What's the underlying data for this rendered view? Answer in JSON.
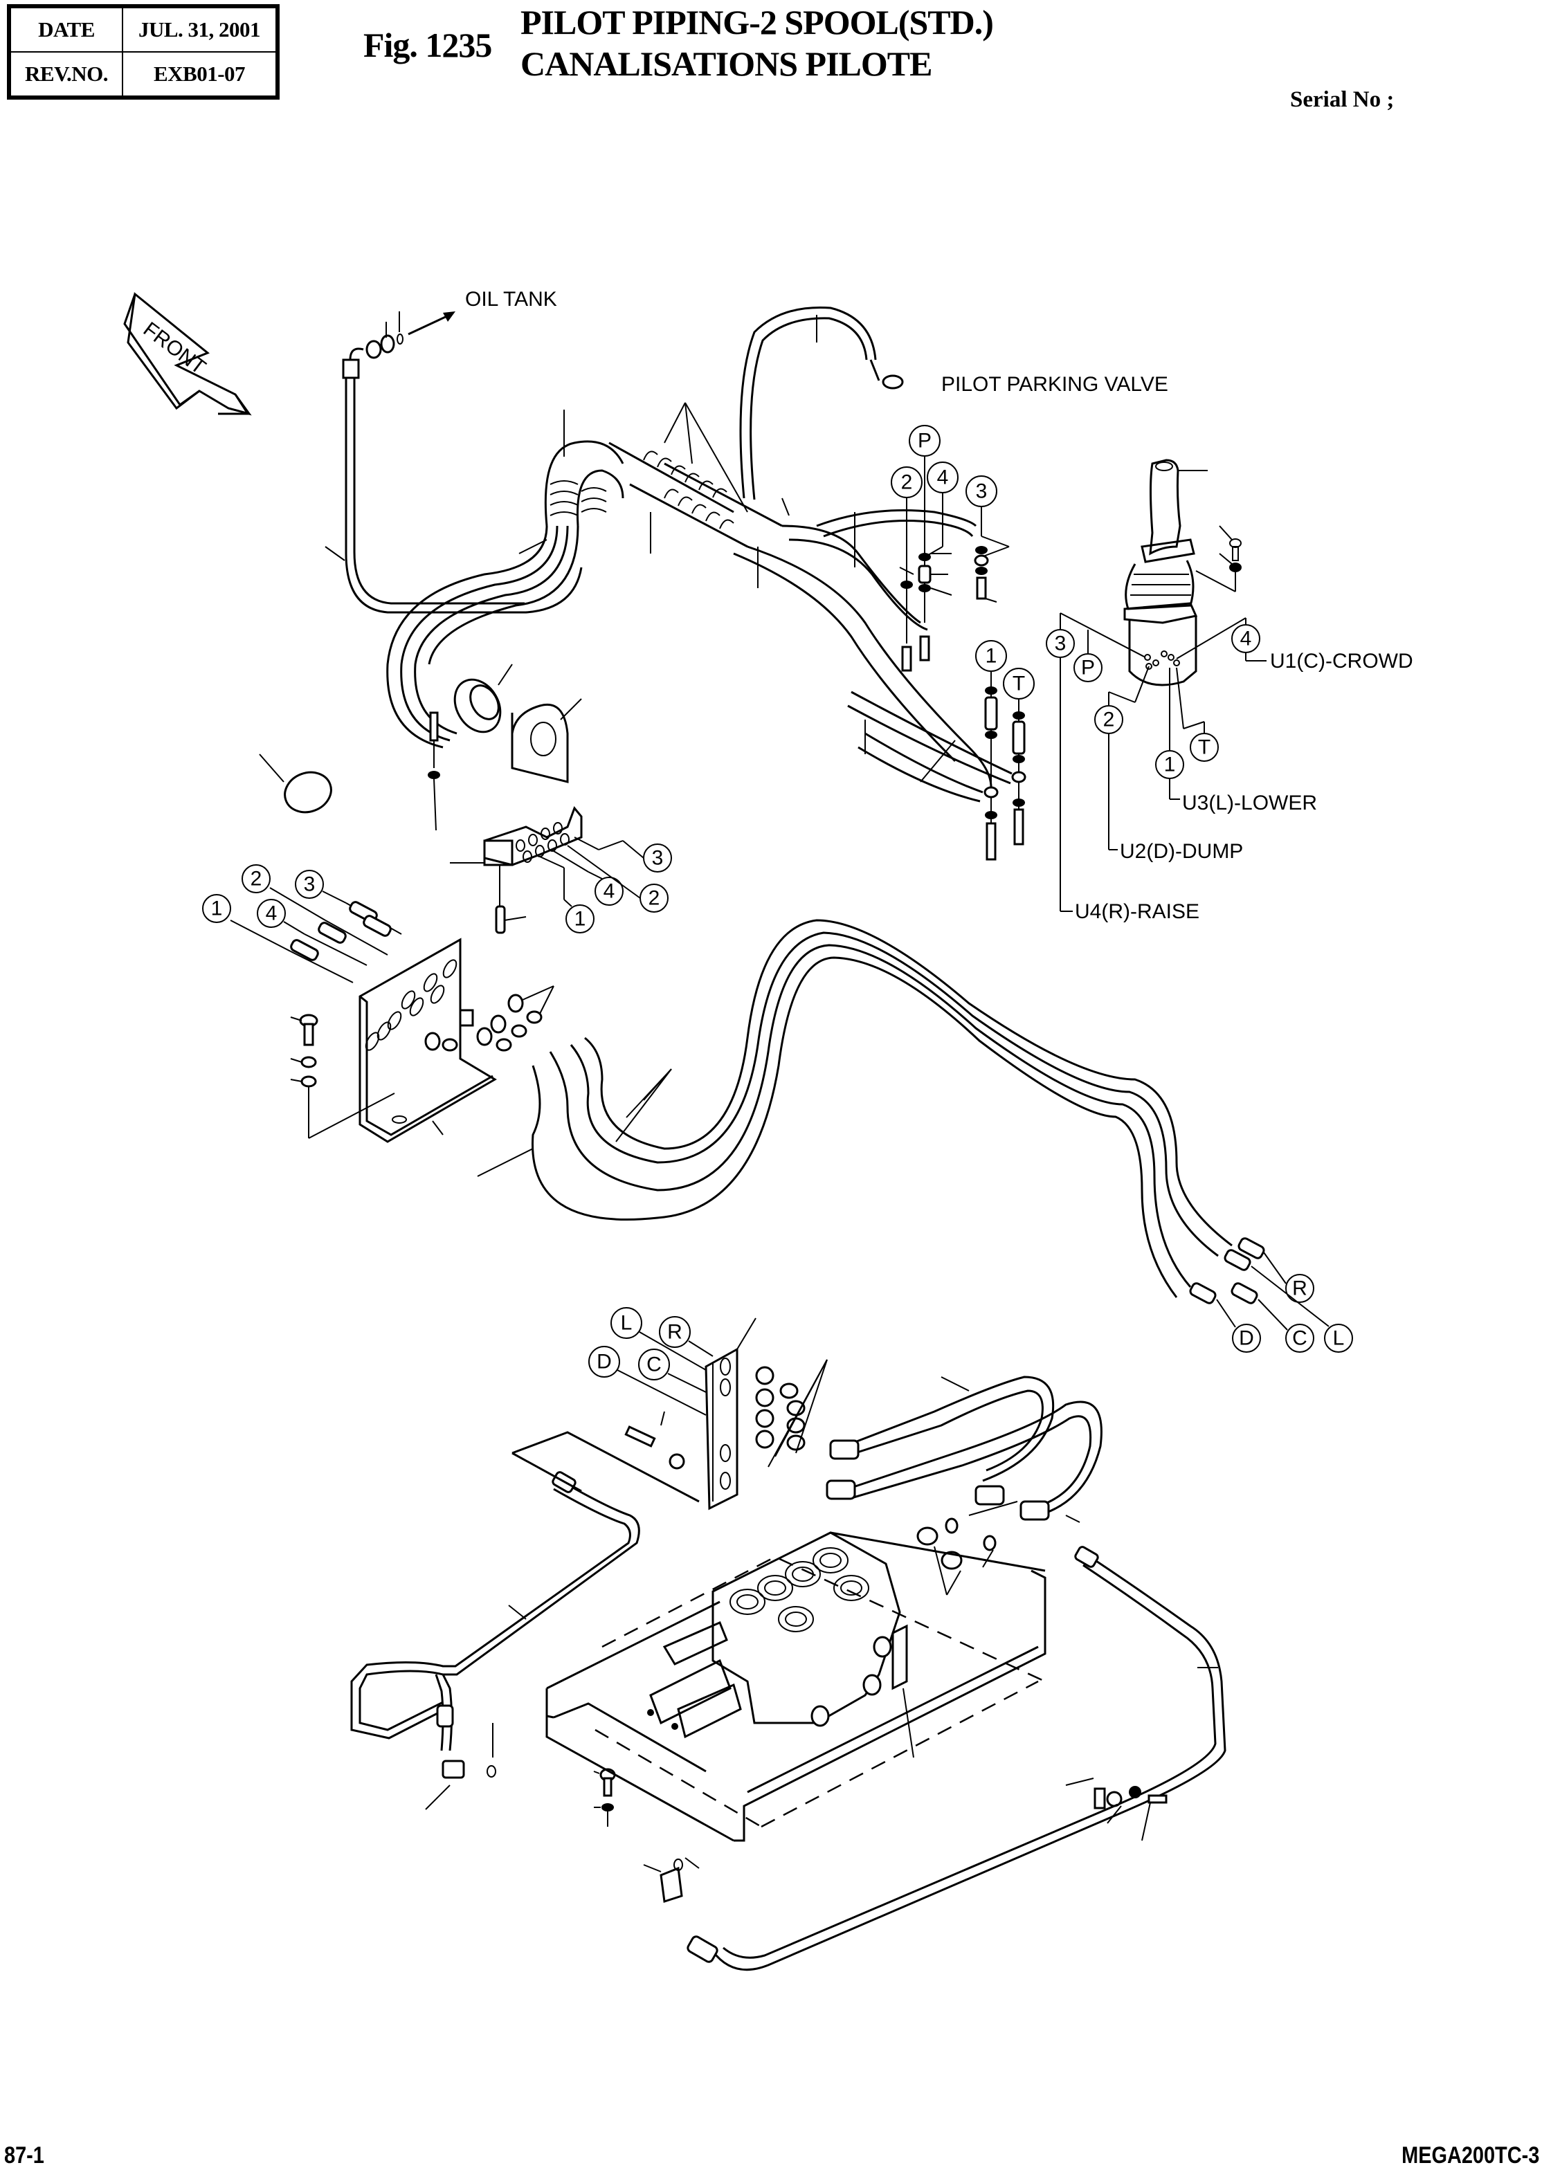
{
  "header": {
    "date_label": "DATE",
    "date_value": "JUL. 31, 2001",
    "rev_label": "REV.NO.",
    "rev_value": "EXB01-07",
    "fig_number": "Fig. 1235",
    "title_en": "PILOT PIPING-2 SPOOL(STD.)",
    "title_fr": "CANALISATIONS PILOTE",
    "serial_label": "Serial No ;"
  },
  "footer": {
    "page_number": "87-1",
    "model": "MEGA200TC-3"
  },
  "diagram": {
    "front_arrow": "FRONT",
    "labels": {
      "oil_tank": "OIL TANK",
      "pilot_parking_valve": "PILOT PARKING VALVE",
      "u1": "U1(C)-CROWD",
      "u2": "U2(D)-DUMP",
      "u3": "U3(L)-LOWER",
      "u4": "U4(R)-RAISE"
    },
    "callouts": {
      "parking_valve": [
        "P",
        "2",
        "4",
        "3",
        "1",
        "T"
      ],
      "joystick": [
        "3",
        "P",
        "2",
        "1",
        "T",
        "4"
      ],
      "manifold": [
        "3",
        "4",
        "2",
        "1"
      ],
      "bracket_hoses": [
        "2",
        "3",
        "1",
        "4"
      ],
      "hose_ends": [
        "R",
        "D",
        "C",
        "L"
      ],
      "valve_bracket": [
        "L",
        "R",
        "D",
        "C"
      ]
    }
  }
}
